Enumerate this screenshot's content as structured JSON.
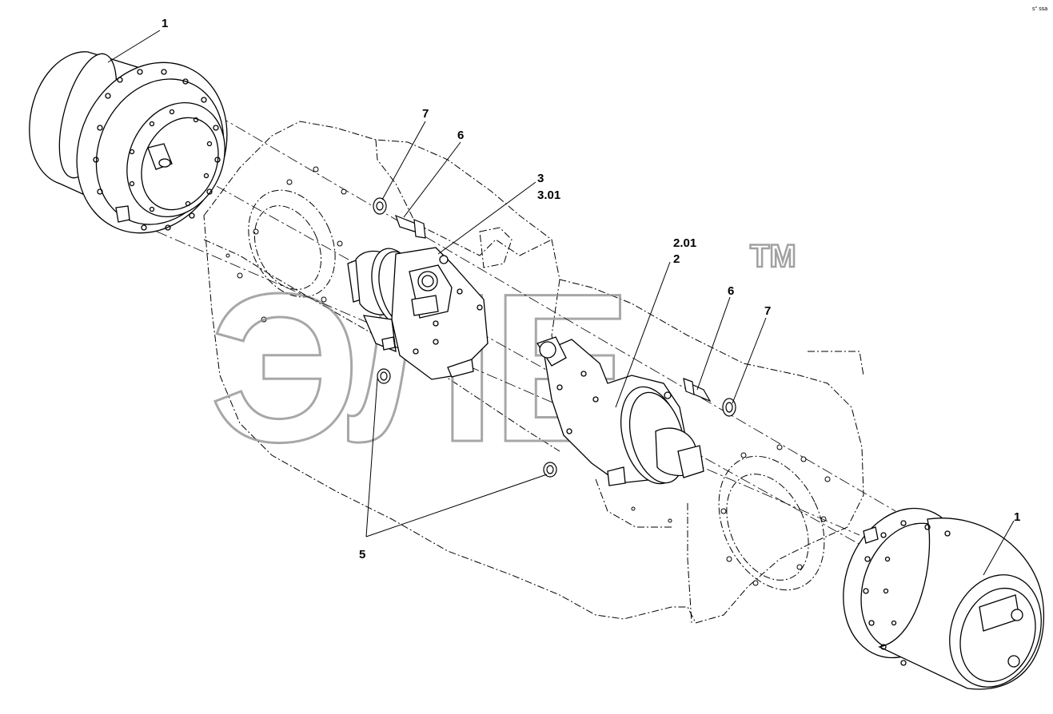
{
  "drawing": {
    "ref_code": "s° ssa",
    "watermark": "ЭЛЕ",
    "trademark": "TM"
  },
  "callouts": {
    "c1_top_left": "1",
    "c1_bottom_right": "1",
    "c7_left": "7",
    "c6_left": "6",
    "c3": "3",
    "c3_01": "3.01",
    "c2_01": "2.01",
    "c2": "2",
    "c6_right": "6",
    "c7_right": "7",
    "c5": "5"
  }
}
